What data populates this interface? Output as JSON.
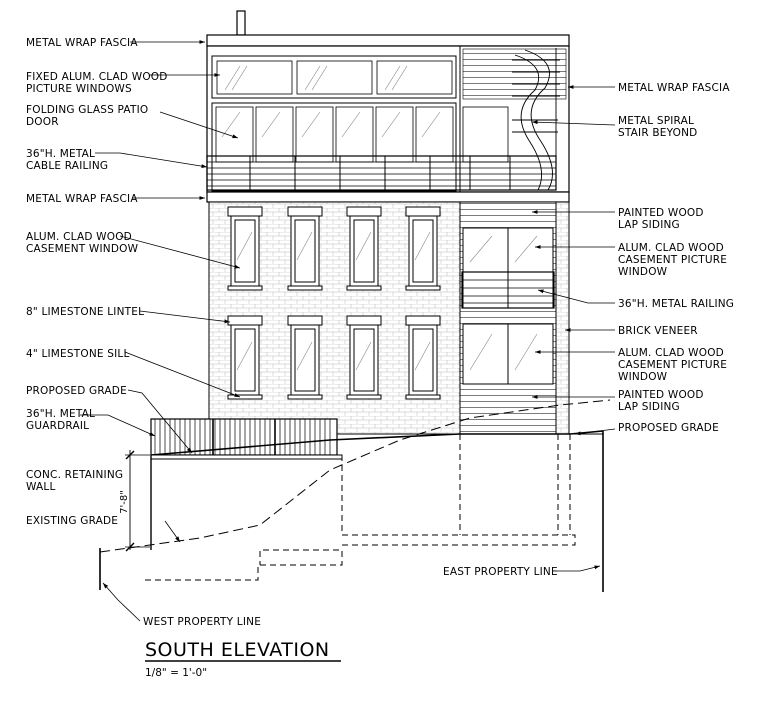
{
  "drawing": {
    "title": "SOUTH ELEVATION",
    "scale": "1/8\" = 1'-0\"",
    "dimension": "7'-8\""
  },
  "labels": {
    "metal_wrap_fascia_top": "METAL WRAP FASCIA",
    "picture_windows_1": "FIXED ALUM. CLAD WOOD",
    "picture_windows_2": "PICTURE WINDOWS",
    "patio_door_1": "FOLDING GLASS PATIO",
    "patio_door_2": "DOOR",
    "cable_railing_1": "36\"H. METAL",
    "cable_railing_2": "CABLE RAILING",
    "metal_wrap_fascia_mid": "METAL WRAP FASCIA",
    "casement_1": "ALUM. CLAD WOOD",
    "casement_2": "CASEMENT WINDOW",
    "lintel": "8\" LIMESTONE LINTEL",
    "sill": "4\" LIMESTONE SILL",
    "proposed_grade_left": "PROPOSED GRADE",
    "guardrail_1": "36\"H. METAL",
    "guardrail_2": "GUARDRAIL",
    "retaining_wall_1": "CONC. RETAINING",
    "retaining_wall_2": "WALL",
    "existing_grade": "EXISTING GRADE",
    "west_property_line": "WEST PROPERTY LINE",
    "metal_wrap_fascia_right": "METAL WRAP FASCIA",
    "spiral_stair_1": "METAL SPIRAL",
    "spiral_stair_2": "STAIR BEYOND",
    "lap_siding_top_1": "PAINTED WOOD",
    "lap_siding_top_2": "LAP SIDING",
    "casement_picture_top_1": "ALUM. CLAD WOOD",
    "casement_picture_top_2": "CASEMENT PICTURE",
    "casement_picture_top_3": "WINDOW",
    "metal_railing": "36\"H. METAL RAILING",
    "brick_veneer": "BRICK VENEER",
    "casement_picture_bottom_1": "ALUM. CLAD WOOD",
    "casement_picture_bottom_2": "CASEMENT PICTURE",
    "casement_picture_bottom_3": "WINDOW",
    "lap_siding_bottom_1": "PAINTED WOOD",
    "lap_siding_bottom_2": "LAP SIDING",
    "proposed_grade_right": "PROPOSED GRADE",
    "east_property_line": "EAST PROPERTY LINE"
  }
}
